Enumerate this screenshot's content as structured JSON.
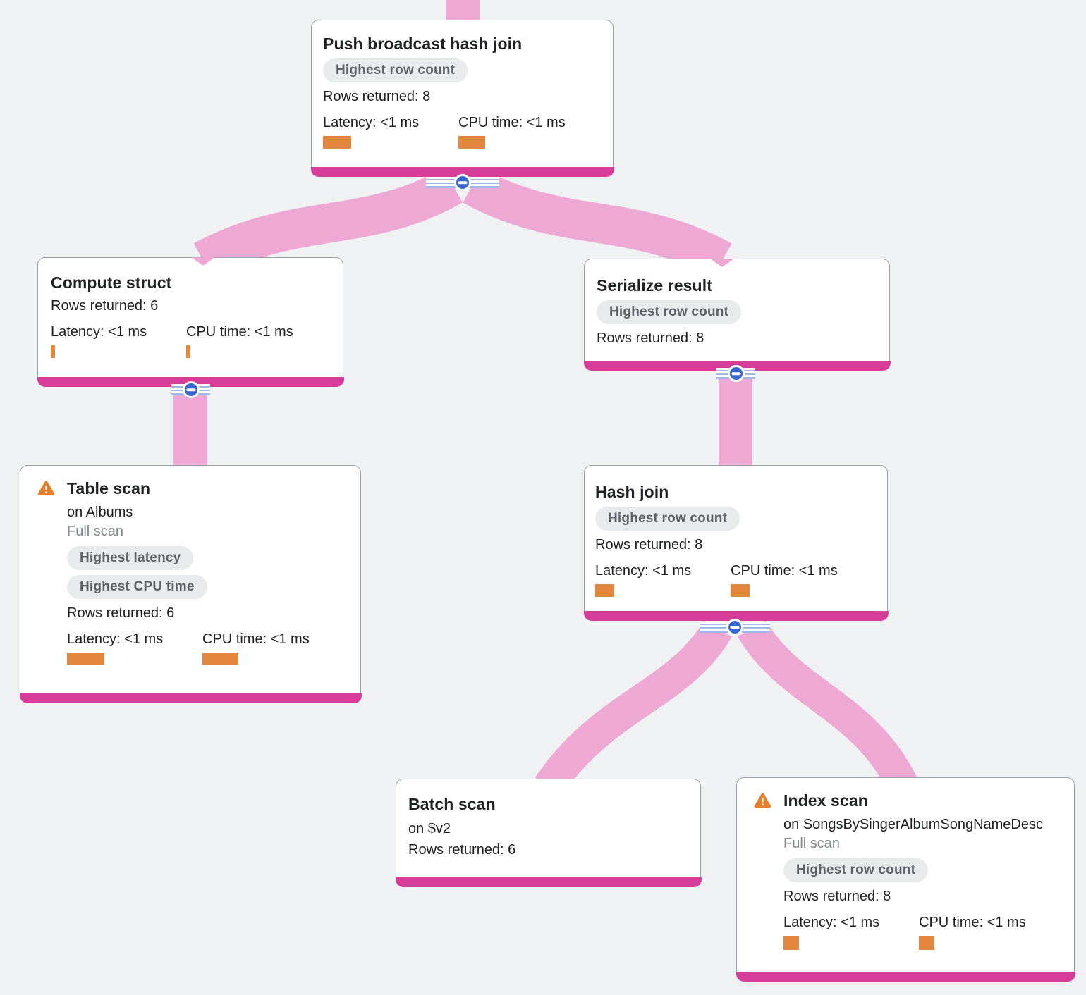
{
  "diagram": {
    "type": "query-execution-plan-tree",
    "colors": {
      "background": "#F0F1F3",
      "edge_pink": "#EDA9D3",
      "node_footer_magenta": "#D63C98",
      "meter_orange": "#E2873D",
      "warning_orange": "#E57F2D",
      "badge_bg": "#E9EAEC",
      "badge_text": "#5F6368",
      "collapse_blue": "#3767D1"
    },
    "icons": {
      "collapse": "minus-circle-icon",
      "warning": "warning-triangle-icon"
    }
  },
  "nodes": {
    "push": {
      "title": "Push broadcast hash join",
      "badges": [
        "Highest row count"
      ],
      "rows_returned": "Rows returned: 8",
      "latency_label": "Latency: <1 ms",
      "cpu_label": "CPU time: <1 ms"
    },
    "compute": {
      "title": "Compute struct",
      "rows_returned": "Rows returned: 6",
      "latency_label": "Latency: <1 ms",
      "cpu_label": "CPU time: <1 ms"
    },
    "serialize": {
      "title": "Serialize result",
      "badges": [
        "Highest row count"
      ],
      "rows_returned": "Rows returned: 8"
    },
    "table": {
      "title": "Table scan",
      "on": "on Albums",
      "scan_type": "Full scan",
      "badges": [
        "Highest latency",
        "Highest CPU time"
      ],
      "rows_returned": "Rows returned: 6",
      "latency_label": "Latency: <1 ms",
      "cpu_label": "CPU time: <1 ms"
    },
    "hash": {
      "title": "Hash join",
      "badges": [
        "Highest row count"
      ],
      "rows_returned": "Rows returned: 8",
      "latency_label": "Latency: <1 ms",
      "cpu_label": "CPU time: <1 ms"
    },
    "batch": {
      "title": "Batch scan",
      "on": "on $v2",
      "rows_returned": "Rows returned: 6"
    },
    "index": {
      "title": "Index scan",
      "on": "on SongsBySingerAlbumSongNameDesc",
      "scan_type": "Full scan",
      "badges": [
        "Highest row count"
      ],
      "rows_returned": "Rows returned: 8",
      "latency_label": "Latency: <1 ms",
      "cpu_label": "CPU time: <1 ms"
    }
  }
}
